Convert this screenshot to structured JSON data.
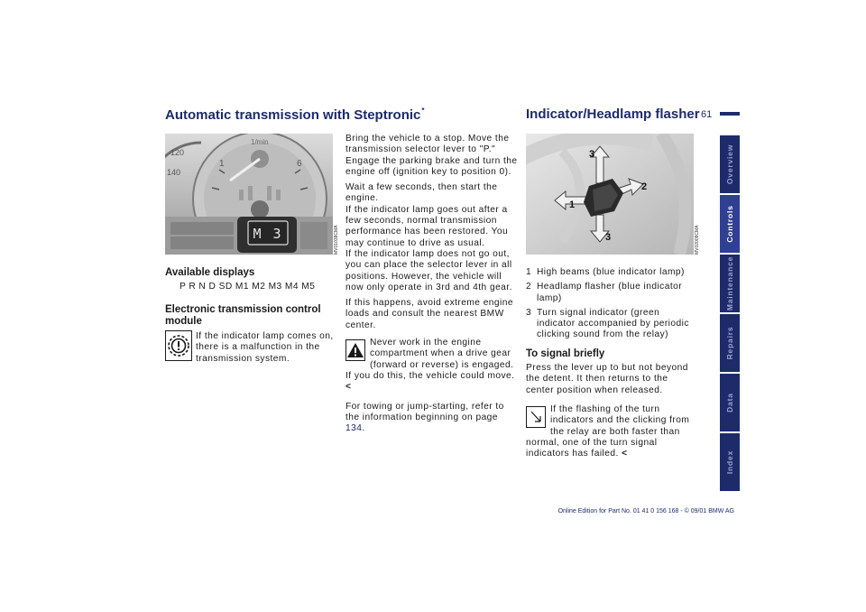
{
  "left": {
    "title": "Automatic transmission with Steptronic",
    "title_mark": "*",
    "image_code": "MV01038CMA",
    "display_readout": "M 3",
    "available_heading": "Available displays",
    "available_list": "P R N D SD M1 M2 M3 M4 M5",
    "etm_heading": "Electronic transmission control module",
    "etm_text": "If the indicator lamp comes on, there is a malfunction in the transmission system."
  },
  "middle": {
    "p1": "Bring the vehicle to a stop. Move the transmission selector lever to \"P.\" Engage the parking brake and turn the engine off (ignition key to position 0).",
    "p2": "Wait a few seconds, then start the engine.",
    "p3": "If the indicator lamp goes out after a few seconds, normal transmission performance has been restored. You may continue to drive as usual.",
    "p4": "If the indicator lamp does not go out, you can place the selector lever in all positions. However, the vehicle will now only operate in 3rd and 4th gear.",
    "p5": "If this happens, avoid extreme engine loads and consult the nearest BMW center.",
    "warning": "Never work in the engine compartment when a drive gear (forward or reverse) is engaged. If you do this, the vehicle could move.",
    "end_mark": "<",
    "p6_pre": "For towing or jump-starting, refer to the information beginning on page",
    "p6_link": "134",
    "p6_post": "."
  },
  "right": {
    "title": "Indicator/Headlamp flasher",
    "page_number": "61",
    "image_code": "MV02009CMA",
    "diagram_labels": [
      "1",
      "2",
      "3",
      "3"
    ],
    "items": [
      {
        "n": "1",
        "text": "High beams (blue indicator lamp)"
      },
      {
        "n": "2",
        "text": "Headlamp flasher (blue indicator lamp)"
      },
      {
        "n": "3",
        "text": "Turn signal indicator (green indicator accompanied by periodic clicking sound from the relay)"
      }
    ],
    "signal_heading": "To signal briefly",
    "signal_text": "Press the lever up to but not beyond the detent. It then returns to the center position when released.",
    "note": "If the flashing of the turn indicators and the clicking from the relay are both faster than normal, one of the turn signal indicators has failed.",
    "end_mark": "<"
  },
  "tabs": [
    "Overview",
    "Controls",
    "Maintenance",
    "Repairs",
    "Data",
    "Index"
  ],
  "active_tab": "Controls",
  "footer": "Online Edition for Part No. 01 41 0 156 168 - © 09/01 BMW AG",
  "colors": {
    "brand_blue": "#1d2b6b",
    "active_tab": "#2f3f92"
  }
}
